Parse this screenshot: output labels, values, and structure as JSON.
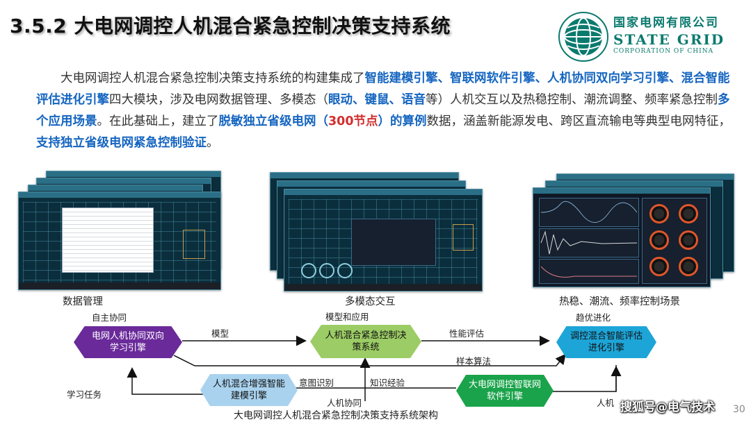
{
  "title": "3.5.2 大电网调控人机混合紧急控制决策支持系统",
  "logo": {
    "cn": "国家电网有限公司",
    "en": "STATE GRID",
    "sub": "CORPORATION OF CHINA"
  },
  "paragraph": [
    {
      "t": "大电网调控人机混合紧急控制决策支持系统的构建集成了",
      "s": "n"
    },
    {
      "t": "智能建模引擎、智联网软件引擎、人机协同双向学习引擎、混合智能评估进化引擎",
      "s": "b"
    },
    {
      "t": "四大模块，涉及电网数据管理、多模态（",
      "s": "n"
    },
    {
      "t": "眼动、键鼠、语音",
      "s": "b"
    },
    {
      "t": "等）人机交互以及热稳控制、潮流调整、频率紧急控制",
      "s": "n"
    },
    {
      "t": "多个应用场景",
      "s": "b"
    },
    {
      "t": "。在此基础上，建立了",
      "s": "n"
    },
    {
      "t": "脱敏独立省级电网（",
      "s": "b"
    },
    {
      "t": "300节点",
      "s": "r"
    },
    {
      "t": "）的算例",
      "s": "b"
    },
    {
      "t": "数据，涵盖新能源发电、跨区直流输电等典型电网特征，",
      "s": "n"
    },
    {
      "t": "支持独立省级电网紧急控制验证",
      "s": "b"
    },
    {
      "t": "。",
      "s": "n"
    }
  ],
  "captions": {
    "left": "数据管理",
    "middle": "多模态交互",
    "right": "热稳、潮流、频率控制场景"
  },
  "diagram": {
    "nodes": {
      "bidirectional": "电网人机协同双向学习引擎",
      "decision": "人机混合紧急控制决策系统",
      "evaluation": "调控混合智能评估进化引擎",
      "modeling": "人机混合增强智能建模引擎",
      "software": "大电网调控智联网软件引擎"
    },
    "labels": {
      "self_coop": "自主协同",
      "model": "模型",
      "model_app": "模型和应用",
      "perf_eval": "性能评估",
      "optimal_evo": "趋优进化",
      "sample_algo": "样本算法",
      "learn_task": "学习任务",
      "intent": "意图识别",
      "knowledge": "知识经验",
      "hm_coop": "人机协同",
      "hm_right": "人机"
    },
    "colors": {
      "purple": "#6a2a9a",
      "green_light": "#9ccc65",
      "cyan": "#1ea5d8",
      "blue_light": "#a9d2ee",
      "green": "#1aa34a"
    }
  },
  "footer_caption": "大电网调控人机混合紧急控制决策支持系统架构",
  "watermark": "搜狐号@电气技术",
  "page_number": "30"
}
